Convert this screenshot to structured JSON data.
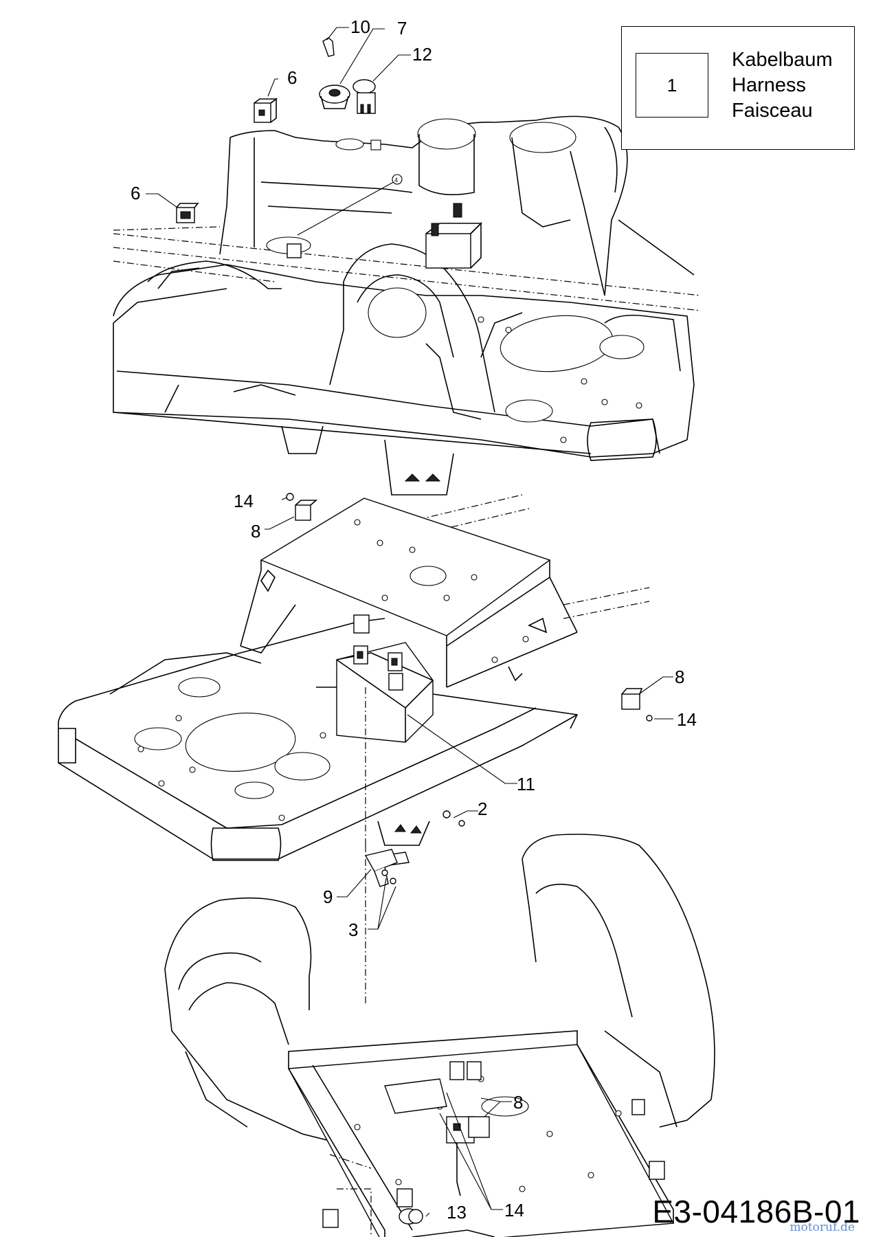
{
  "legend": {
    "number": "1",
    "lines": [
      "Kabelbaum",
      "Harness",
      "Faisceau"
    ]
  },
  "callouts": {
    "c10": "10",
    "c7": "7",
    "c12": "12",
    "c6a": "6",
    "c6b": "6",
    "c14a": "14",
    "c8a": "8",
    "c8b": "8",
    "c14b": "14",
    "c11": "11",
    "c2": "2",
    "c9": "9",
    "c3": "3",
    "c8c": "8",
    "c14c": "14",
    "c13": "13",
    "c4": "4"
  },
  "drawing_code": "E3-04186B-01",
  "watermark": "motoruf.de"
}
